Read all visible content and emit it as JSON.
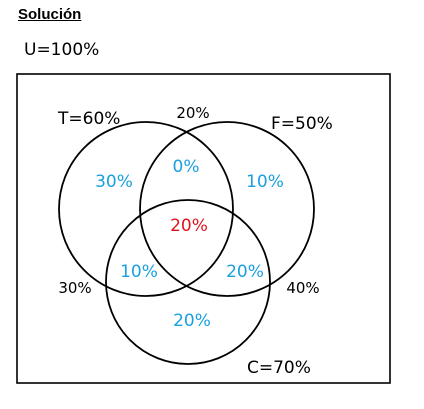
{
  "heading": "Solución",
  "universe_label": "U=100%",
  "sets": {
    "T": {
      "label": "T=60%"
    },
    "F": {
      "label": "F=50%"
    },
    "C": {
      "label": "C=70%"
    }
  },
  "regions": {
    "T_only": "30%",
    "F_only": "10%",
    "C_only": "20%",
    "T_F_only": "0%",
    "T_C_only": "10%",
    "F_C_only": "20%",
    "T_F_C": "20%",
    "outside_top": "20%",
    "outside_left": "30%",
    "outside_right": "40%"
  },
  "colors": {
    "region_value": "#1aa0e0",
    "center_value": "#e0141e",
    "outline": "#000000"
  }
}
